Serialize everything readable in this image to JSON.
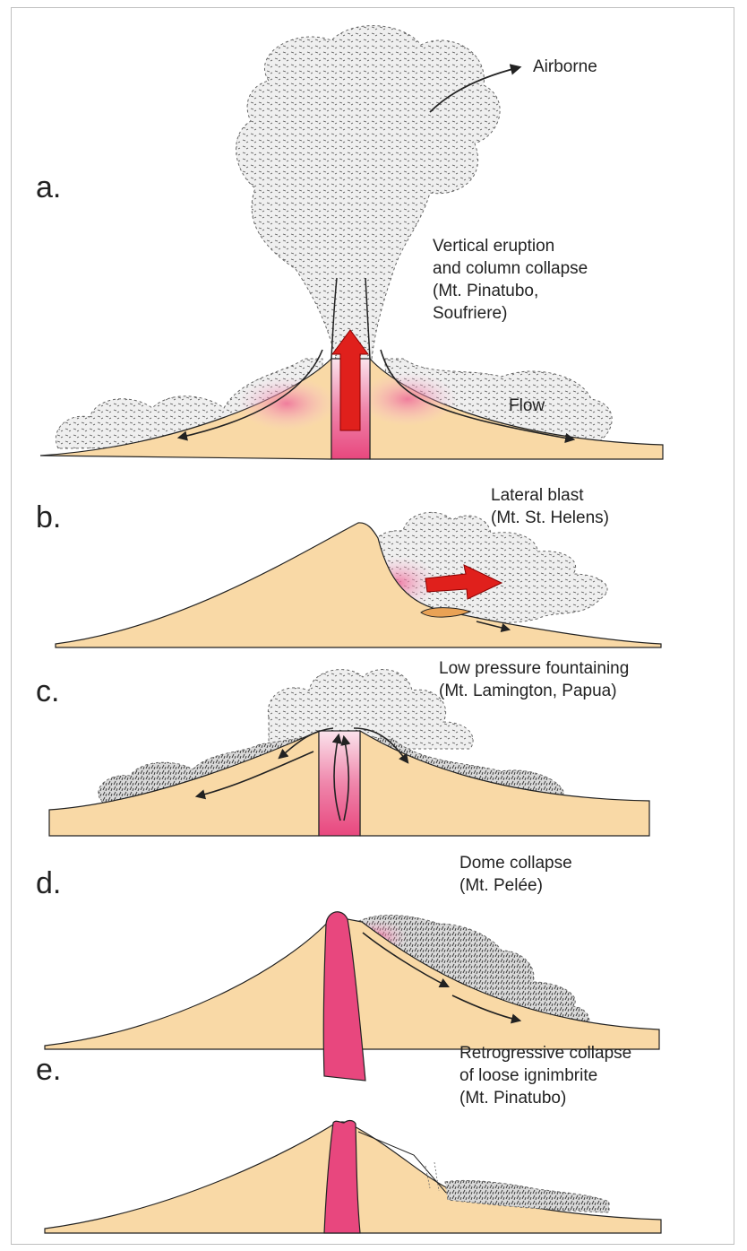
{
  "panels": [
    {
      "letter": "a.",
      "description": "Vertical eruption\nand column collapse\n(Mt. Pinatubo,\nSoufriere)",
      "annotations": {
        "airborne": "Airborne",
        "flow": "Flow"
      }
    },
    {
      "letter": "b.",
      "description": "Lateral blast\n(Mt. St. Helens)"
    },
    {
      "letter": "c.",
      "description": "Low pressure fountaining\n(Mt. Lamington, Papua)"
    },
    {
      "letter": "d.",
      "description": "Dome collapse\n(Mt. Pelée)"
    },
    {
      "letter": "e.",
      "description": "Retrogressive collapse\nof loose ignimbrite\n(Mt. Pinatubo)"
    }
  ],
  "colors": {
    "ground": "#f9d9a6",
    "magma": "#e8477e",
    "magma_light": "#f7c2d6",
    "arrow_red": "#e0201c",
    "ash": "#ececec",
    "flow_dark": "#8a8a8a",
    "debris": "#e9a255",
    "outline": "#222222"
  }
}
